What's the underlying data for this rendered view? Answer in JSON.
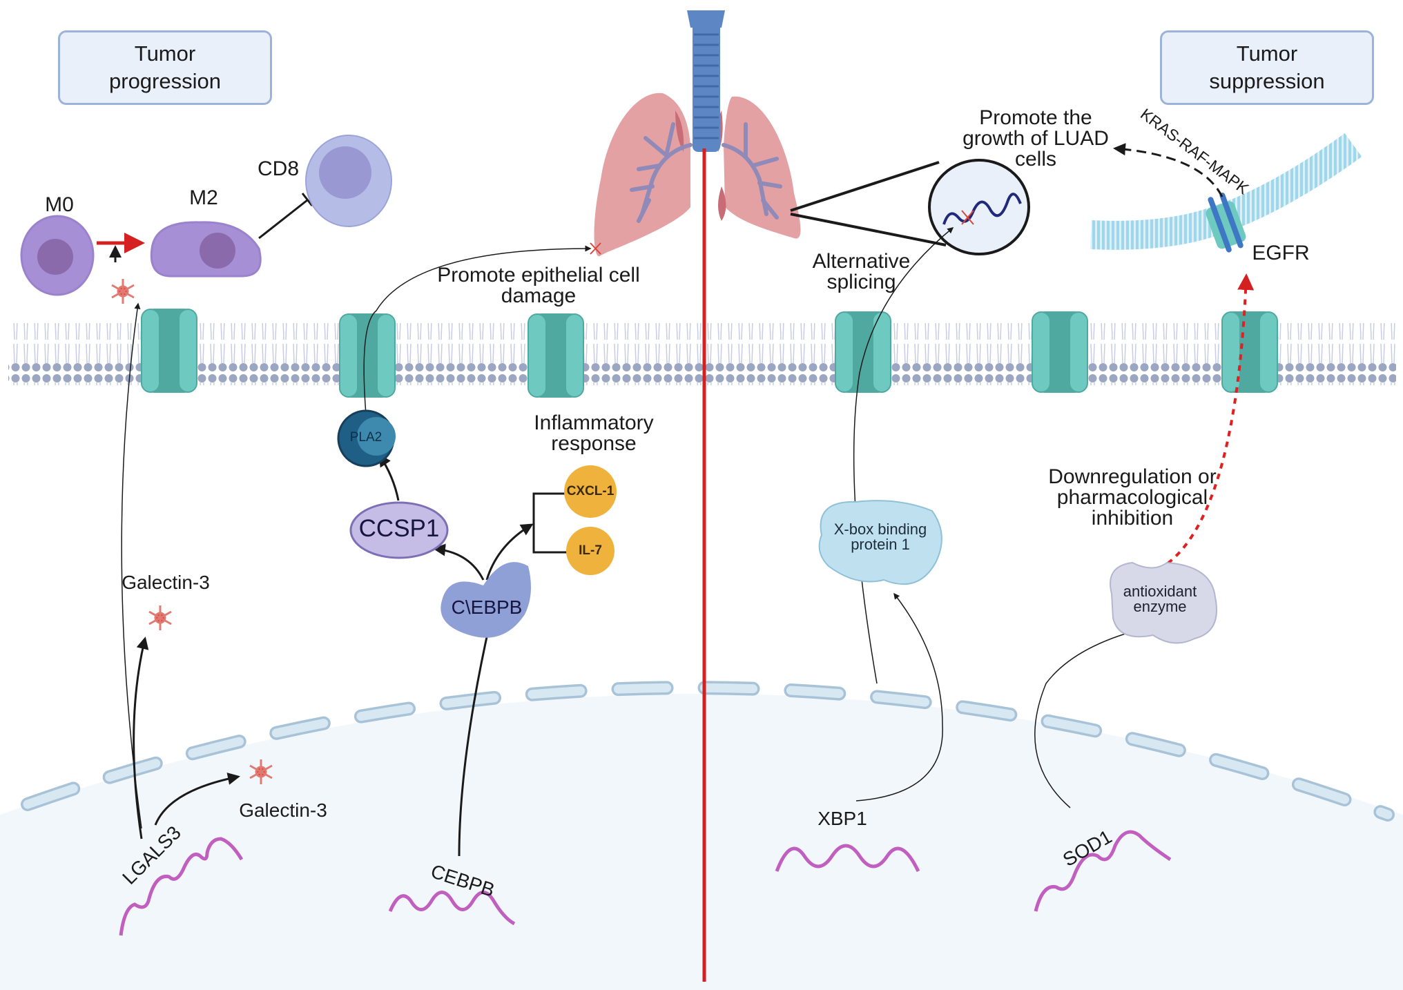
{
  "headers": {
    "left_box": "Tumor\nprogression",
    "right_box": "Tumor\nsuppression"
  },
  "left_panel": {
    "cells": {
      "m0": "M0",
      "m2": "M2",
      "cd8": "CD8"
    },
    "epithelial_damage": "Promote epithelial cell\ndamage",
    "pla2": "PLA2",
    "ccsp1": "CCSP1",
    "cebpb_protein": "C\\EBPB",
    "inflammatory": "Inflammatory\nresponse",
    "cxcl1": "CXCL-1",
    "il7": "IL-7",
    "galectin_outer": "Galectin-3",
    "galectin_inner": "Galectin-3",
    "genes": {
      "lgals3": "LGALS3",
      "cebpb": "CEBPB"
    }
  },
  "right_panel": {
    "luad_growth": "Promote the\ngrowth of LUAD\ncells",
    "pathway": "KRAS-RAF-MAPK",
    "egfr": "EGFR",
    "alt_splicing": "Alternative\nsplicing",
    "xbp1_protein": "X-box binding\nprotein 1",
    "downregulation": "Downregulation or\npharmacological\ninhibition",
    "antioxidant": "antioxidant\nenzyme",
    "genes": {
      "xbp1": "XBP1",
      "sod1": "SOD1"
    }
  },
  "colors": {
    "divider": "#d42020",
    "membrane_channel": "#6ec9c0",
    "lipid_head": "#9aa6c2",
    "nucleus_fill": "#f2f7fc",
    "nuclear_envelope": "#cfe2f0",
    "mrna": "#c15fc0",
    "macrophage": "#a78fd6",
    "cd8": "#b5bde6",
    "lung": "#e4a1a3",
    "trachea": "#5d86c4",
    "cytokine": "#efb23c",
    "pla2": "#1f5f86",
    "ccsp1": "#c6bde6",
    "cebpb_protein": "#8fa0d6",
    "xbp1_protein": "#bfe0ef",
    "antioxidant": "#d7d9e8",
    "galectin": "#d9453b",
    "egfr_band": "#9fd6ea",
    "inhibition_dash": "#e02020"
  }
}
